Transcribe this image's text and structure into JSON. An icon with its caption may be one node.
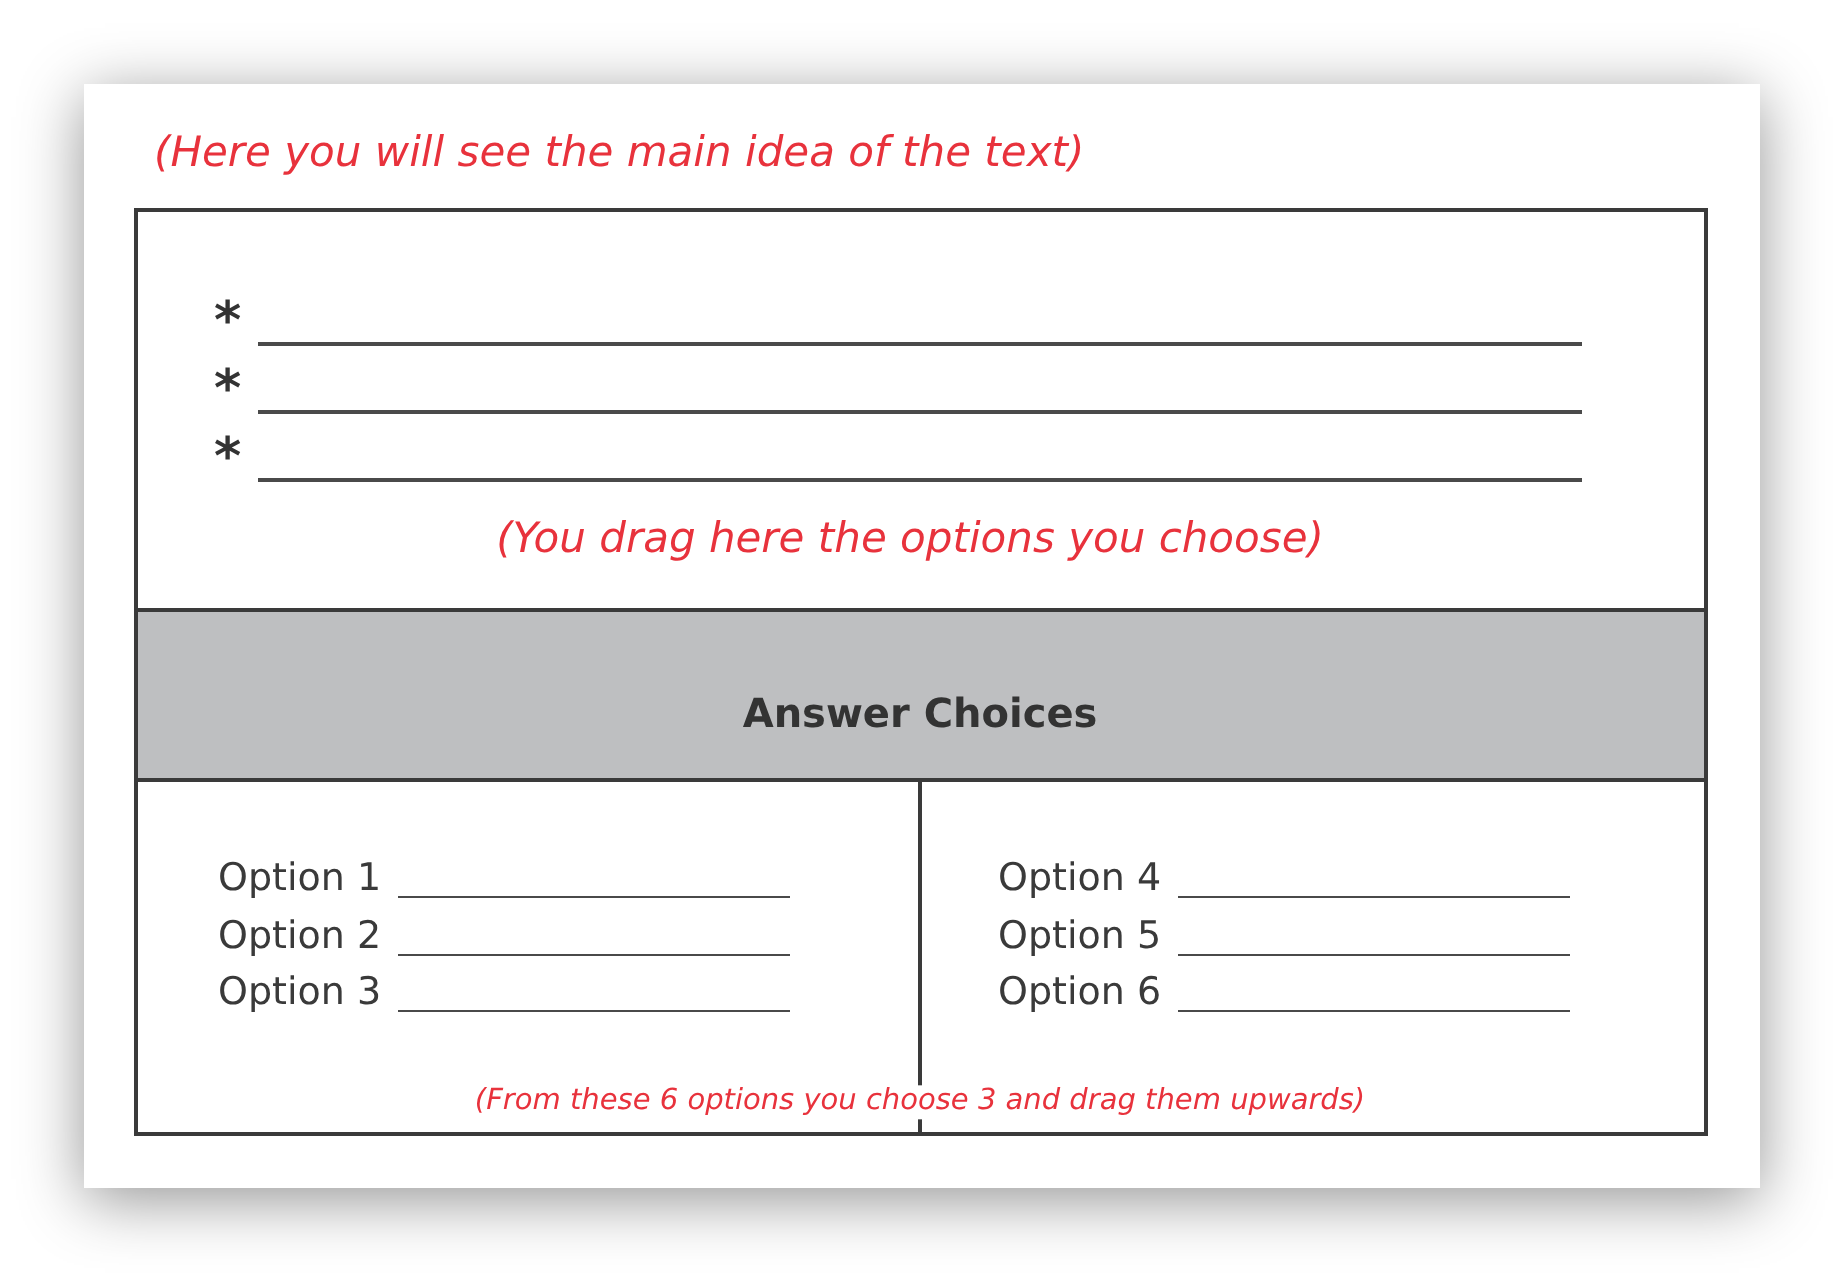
{
  "diagram": {
    "title": "(Here you will see the main idea of the text)",
    "nodes": [
      {
        "text": [
          "*",
          "*",
          "*",
          "(You drag here the options you choose)"
        ]
      },
      {
        "text": [
          "Answer Choices"
        ]
      },
      {
        "text": [
          "Option 1",
          "Option 2",
          "Option 3"
        ]
      },
      {
        "text": [
          "Option 4",
          "Option 5",
          "Option 6"
        ]
      }
    ],
    "labels": [
      "(From these 6 options you choose 3 and drag them upwards)"
    ]
  }
}
